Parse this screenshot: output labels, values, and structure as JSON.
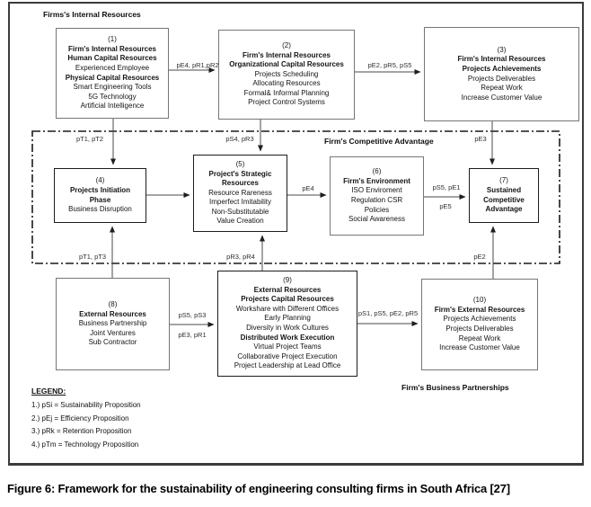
{
  "diagram": {
    "region_labels": {
      "internal_resources": "Firms's Internal Resources",
      "competitive_advantage": "Firm's Competitive Advantage",
      "business_partnerships": "Firm's Business Partnerships"
    },
    "boxes": {
      "b1": {
        "num": "(1)",
        "l1": "Firm's Internal Resources",
        "l2": "Human Capital Resources",
        "l3": "Experienced Employee",
        "l4": "Physical Capital Resources",
        "l5": "Smart Engineering Tools",
        "l6": "5G Technology",
        "l7": "Artificial Intelligence"
      },
      "b2": {
        "num": "(2)",
        "l1": "Firm's Internal Resources",
        "l2": "Organizational Capital Resources",
        "l3": "Projects Scheduling",
        "l4": "Allocating Resources",
        "l5": "Formal& Informal Planning",
        "l6": "Project Control Systems"
      },
      "b3": {
        "num": "(3)",
        "l1": "Firm's Internal Resources",
        "l2": "Projects Achievements",
        "l3": "Projects Deliverables",
        "l4": "Repeat Work",
        "l5": "Increase Customer Value"
      },
      "b4": {
        "num": "(4)",
        "l1": "Projects Initiation",
        "l2": "Phase",
        "l3": "Business Disruption"
      },
      "b5": {
        "num": "(5)",
        "l1": "Project's Strategic",
        "l2": "Resources",
        "l3": "Resource Rareness",
        "l4": "Imperfect Imitability",
        "l5": "Non-Substitutable",
        "l6": "Value Creation"
      },
      "b6": {
        "num": "(6)",
        "l1": "Firm's Environment",
        "l2": "ISO Enviroment",
        "l3": "Regulation CSR",
        "l4": "Policies",
        "l5": "Social Awareness"
      },
      "b7": {
        "num": "(7)",
        "l1": "Sustained",
        "l2": "Competitive",
        "l3": "Advantage"
      },
      "b8": {
        "num": "(8)",
        "l1": "External Resources",
        "l2": "Business Partnership",
        "l3": "Joint Ventures",
        "l4": "Sub Contractor"
      },
      "b9": {
        "num": "(9)",
        "l1": "External Resources",
        "l2": "Projects Capital Resources",
        "l3": "Workshare with Different Offices",
        "l4": "Early Planning",
        "l5": "Diversity in Work Cultures",
        "l6": "Distributed Work Execution",
        "l7": "Virtual Project Teams",
        "l8": "Collaborative Project Execution",
        "l9": "Project Leadership  at Lead Office"
      },
      "b10": {
        "num": "(10)",
        "l1": "Firm's External Resources",
        "l2": "Projects Achievements",
        "l3": "Projects Deliverables",
        "l4": "Repeat Work",
        "l5": "Increase Customer Value"
      }
    },
    "arrow_labels": {
      "a12": "pE4, pR1,pR2",
      "a23": "pE2, pR5, pS5",
      "a14": "pT1, pT2",
      "a25": "pS4, pR3",
      "a37": "pE3",
      "a56": "pE4",
      "a67a": "pS5, pE1",
      "a67b": "pE5",
      "a84": "pT1, pT3",
      "a95": "pR3, pR4",
      "a107": "pE2",
      "a89a": "pS5, pS3",
      "a89b": "pE3, pR1",
      "a910": "pS1, pS5, pE2, pR5"
    },
    "legend": {
      "title": "LEGEND:",
      "items": [
        "1.) pSi = Sustainability Proposition",
        "2.) pEj = Efficiency Proposition",
        "3.) pRk = Retention Proposition",
        "4.) pTm = Technology Proposition"
      ]
    }
  },
  "caption": "Figure 6: Framework for the sustainability of engineering consulting firms in South Africa [27]",
  "colors": {
    "line": "#4a4a4a",
    "dash_box": "#1a1a1a",
    "frame": "#3b3b3b"
  }
}
